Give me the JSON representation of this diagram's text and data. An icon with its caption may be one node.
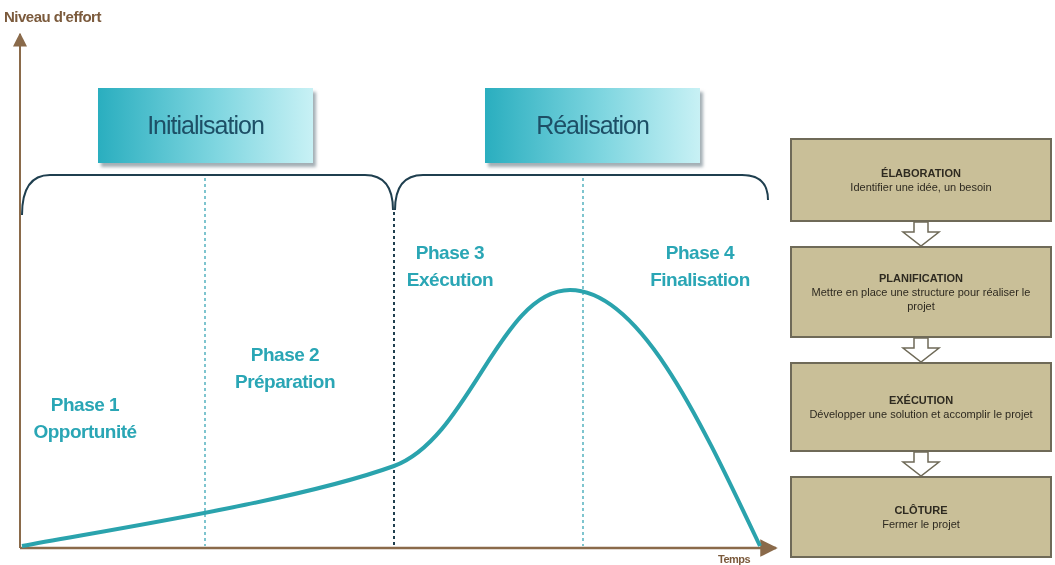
{
  "diagram": {
    "nodes": [
      {
        "text": [
          "Initialisation"
        ]
      },
      {
        "text": [
          "Réalisation"
        ]
      },
      {
        "text": [
          "ÉLABORATION",
          "Identifier une idée, un besoin"
        ]
      },
      {
        "text": [
          "PLANIFICATION",
          "Mettre en place une structure pour réaliser le projet"
        ]
      },
      {
        "text": [
          "EXÉCUTION",
          "Développer une solution et accomplir le projet"
        ]
      },
      {
        "text": [
          "CLÔTURE",
          "Fermer le projet"
        ]
      }
    ],
    "edges": [
      {
        "from": 2,
        "to": 3,
        "arrow": "to"
      },
      {
        "from": 3,
        "to": 4,
        "arrow": "to"
      },
      {
        "from": 4,
        "to": 5,
        "arrow": "to"
      }
    ],
    "labels": [
      "Niveau d'effort",
      "Phase 3 Exécution",
      "Phase 4 Finalisation",
      "Phase 1 Opportunité",
      "Phase 2 Préparation",
      "Temps"
    ]
  }
}
